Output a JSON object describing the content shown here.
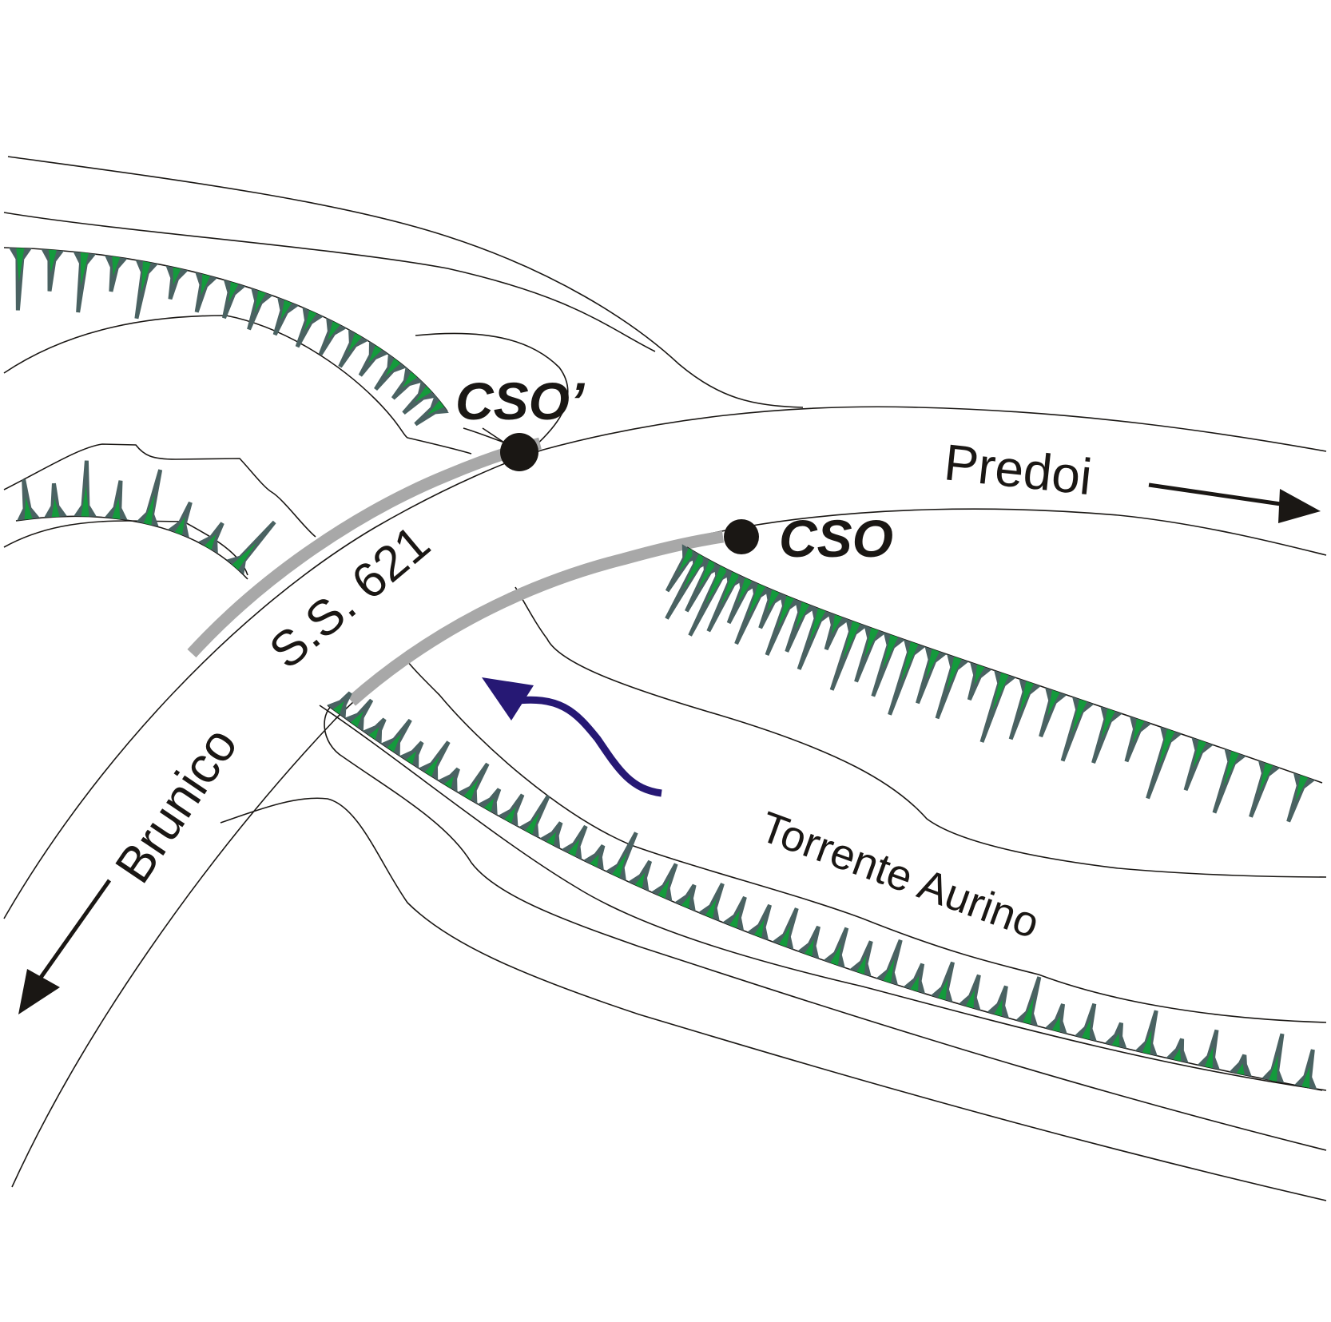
{
  "labels": {
    "point_cso_prime": "CSO’",
    "point_cso": "CSO",
    "road": "S.S. 621",
    "direction_east": "Predoi",
    "direction_west": "Brunico",
    "river": "Torrente Aurino"
  },
  "colors": {
    "background": "#ffffff",
    "line": "#1a1714",
    "road_highlight": "#a8a8a8",
    "scarp_outer": "#4a6262",
    "scarp_inner": "#149a3c",
    "flow_arrow": "#261874",
    "point_marker": "#1a1714"
  },
  "icons": {
    "point_marker": "filled-circle",
    "direction_arrow": "arrow",
    "flow_arrow": "curved-arrow",
    "scarp_symbol": "hachure-teeth"
  }
}
